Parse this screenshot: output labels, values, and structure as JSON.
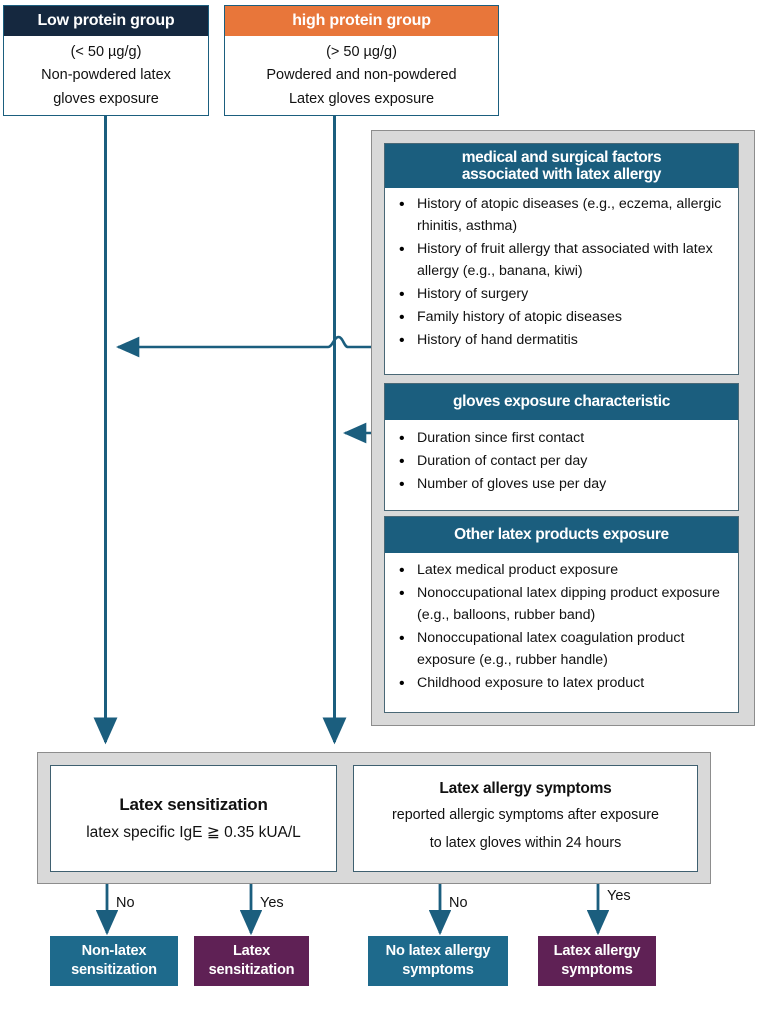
{
  "groups": [
    {
      "id": "low-protein",
      "title": "Low protein group",
      "lines": [
        "(< 50 µg/g)",
        "Non-powdered latex",
        "gloves  exposure"
      ],
      "header_color": "#15283f"
    },
    {
      "id": "high-protein",
      "title": "high protein group",
      "lines": [
        "(> 50 µg/g)",
        "Powdered and non-powdered",
        "Latex gloves  exposure"
      ],
      "header_color": "#e8763a"
    }
  ],
  "factor_cards": [
    {
      "id": "medical-surgical-factors",
      "title": "medical and surgical factors associated with latex allergy",
      "title_lines": [
        "medical and surgical factors",
        "associated with latex allergy"
      ],
      "items": [
        "History of atopic diseases (e.g., eczema, allergic rhinitis, asthma)",
        "History of fruit allergy that associated with latex allergy (e.g., banana, kiwi)",
        "History of surgery",
        "Family history of atopic diseases",
        "History of hand dermatitis"
      ]
    },
    {
      "id": "gloves-exposure-characteristic",
      "title": "gloves exposure characteristic",
      "title_lines": [
        "gloves exposure characteristic"
      ],
      "items": [
        "Duration since first  contact",
        "Duration of contact  per day",
        "Number of gloves use per day"
      ]
    },
    {
      "id": "other-latex-products-exposure",
      "title": "Other latex products exposure",
      "title_lines": [
        "Other latex products exposure"
      ],
      "items": [
        "Latex medical product exposure",
        "Nonoccupational latex dipping product exposure (e.g., balloons, rubber band)",
        "Nonoccupational latex coagulation product exposure (e.g., rubber handle)",
        "Childhood exposure to latex product"
      ]
    }
  ],
  "outcome_definitions": [
    {
      "id": "latex-sensitization",
      "title": "Latex sensitization",
      "subtitle_lines": [
        "latex  specific  IgE  ≧  0.35  kUA/L"
      ]
    },
    {
      "id": "latex-allergy-symptoms",
      "title": "Latex allergy symptoms",
      "subtitle_lines": [
        "reported allergic symptoms  after exposure",
        "to latex gloves  within 24 hours"
      ]
    }
  ],
  "edge_labels": [
    {
      "id": "sensitization-no",
      "text": "No"
    },
    {
      "id": "sensitization-yes",
      "text": "Yes"
    },
    {
      "id": "symptoms-no",
      "text": "No"
    },
    {
      "id": "symptoms-yes",
      "text": "Yes"
    }
  ],
  "outcomes": [
    {
      "id": "non-latex-sensitization",
      "lines": [
        "Non-latex",
        "sensitization"
      ],
      "color": "#1e6a8c"
    },
    {
      "id": "latex-sensitization-result",
      "lines": [
        "Latex",
        "sensitization"
      ],
      "color": "#5f2155"
    },
    {
      "id": "no-latex-allergy-symptoms",
      "lines": [
        "No latex allergy",
        "symptoms"
      ],
      "color": "#1e6a8c"
    },
    {
      "id": "latex-allergy-symptoms-result",
      "lines": [
        "Latex allergy",
        "symptoms"
      ],
      "color": "#5f2155"
    }
  ],
  "palette": {
    "navy": "#15283f",
    "orange": "#e8763a",
    "teal_header": "#1b5e7e",
    "teal_chip": "#1e6a8c",
    "purple_chip": "#5f2155",
    "connector": "#1b5e7e",
    "panel_gray": "#d9d9d9"
  }
}
